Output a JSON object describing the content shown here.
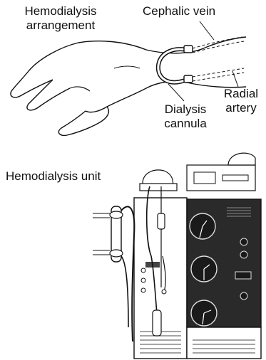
{
  "labels": {
    "arrangement_line1": "Hemodialysis",
    "arrangement_line2": "arrangement",
    "cephalic_vein": "Cephalic vein",
    "radial_line1": "Radial",
    "radial_line2": "artery",
    "dialysis_line1": "Dialysis",
    "dialysis_line2": "cannula",
    "unit": "Hemodialysis unit"
  },
  "colors": {
    "line": "#111111",
    "panel_dark": "#2a2a2a",
    "dial_face": "#1a1a1a"
  }
}
